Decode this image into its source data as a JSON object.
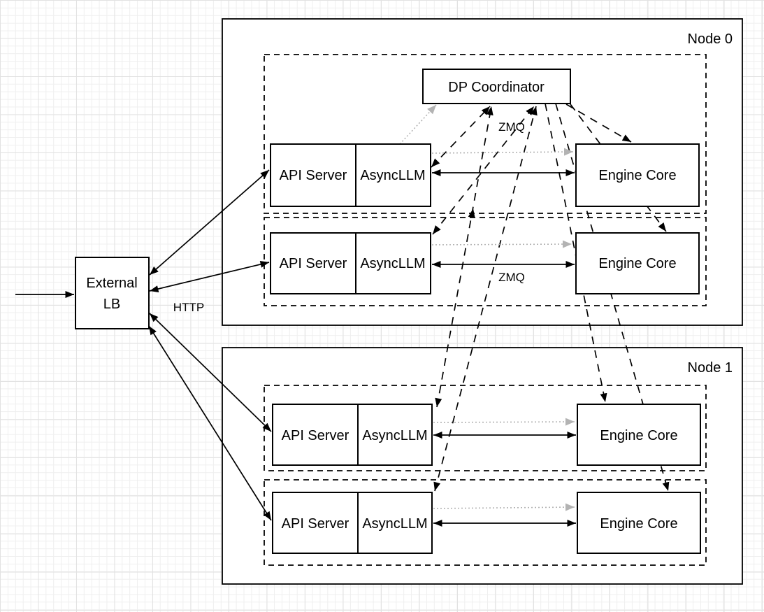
{
  "diagram": {
    "external_lb": {
      "line1": "External",
      "line2": "LB"
    },
    "labels": {
      "http": "HTTP",
      "zmq_top": "ZMQ",
      "zmq_mid": "ZMQ"
    },
    "node0": {
      "label": "Node 0",
      "dp_coordinator": "DP Coordinator",
      "rows": [
        {
          "api_server": "API Server",
          "async_llm": "AsyncLLM",
          "engine_core": "Engine Core"
        },
        {
          "api_server": "API Server",
          "async_llm": "AsyncLLM",
          "engine_core": "Engine Core"
        }
      ]
    },
    "node1": {
      "label": "Node 1",
      "rows": [
        {
          "api_server": "API Server",
          "async_llm": "AsyncLLM",
          "engine_core": "Engine Core"
        },
        {
          "api_server": "API Server",
          "async_llm": "AsyncLLM",
          "engine_core": "Engine Core"
        }
      ]
    },
    "colors": {
      "stroke": "#000000",
      "dotted_gray": "#b3b3b3",
      "box_fill": "#ffffff",
      "grid_minor": "#efefef",
      "grid_major": "#e2e2e2"
    }
  }
}
